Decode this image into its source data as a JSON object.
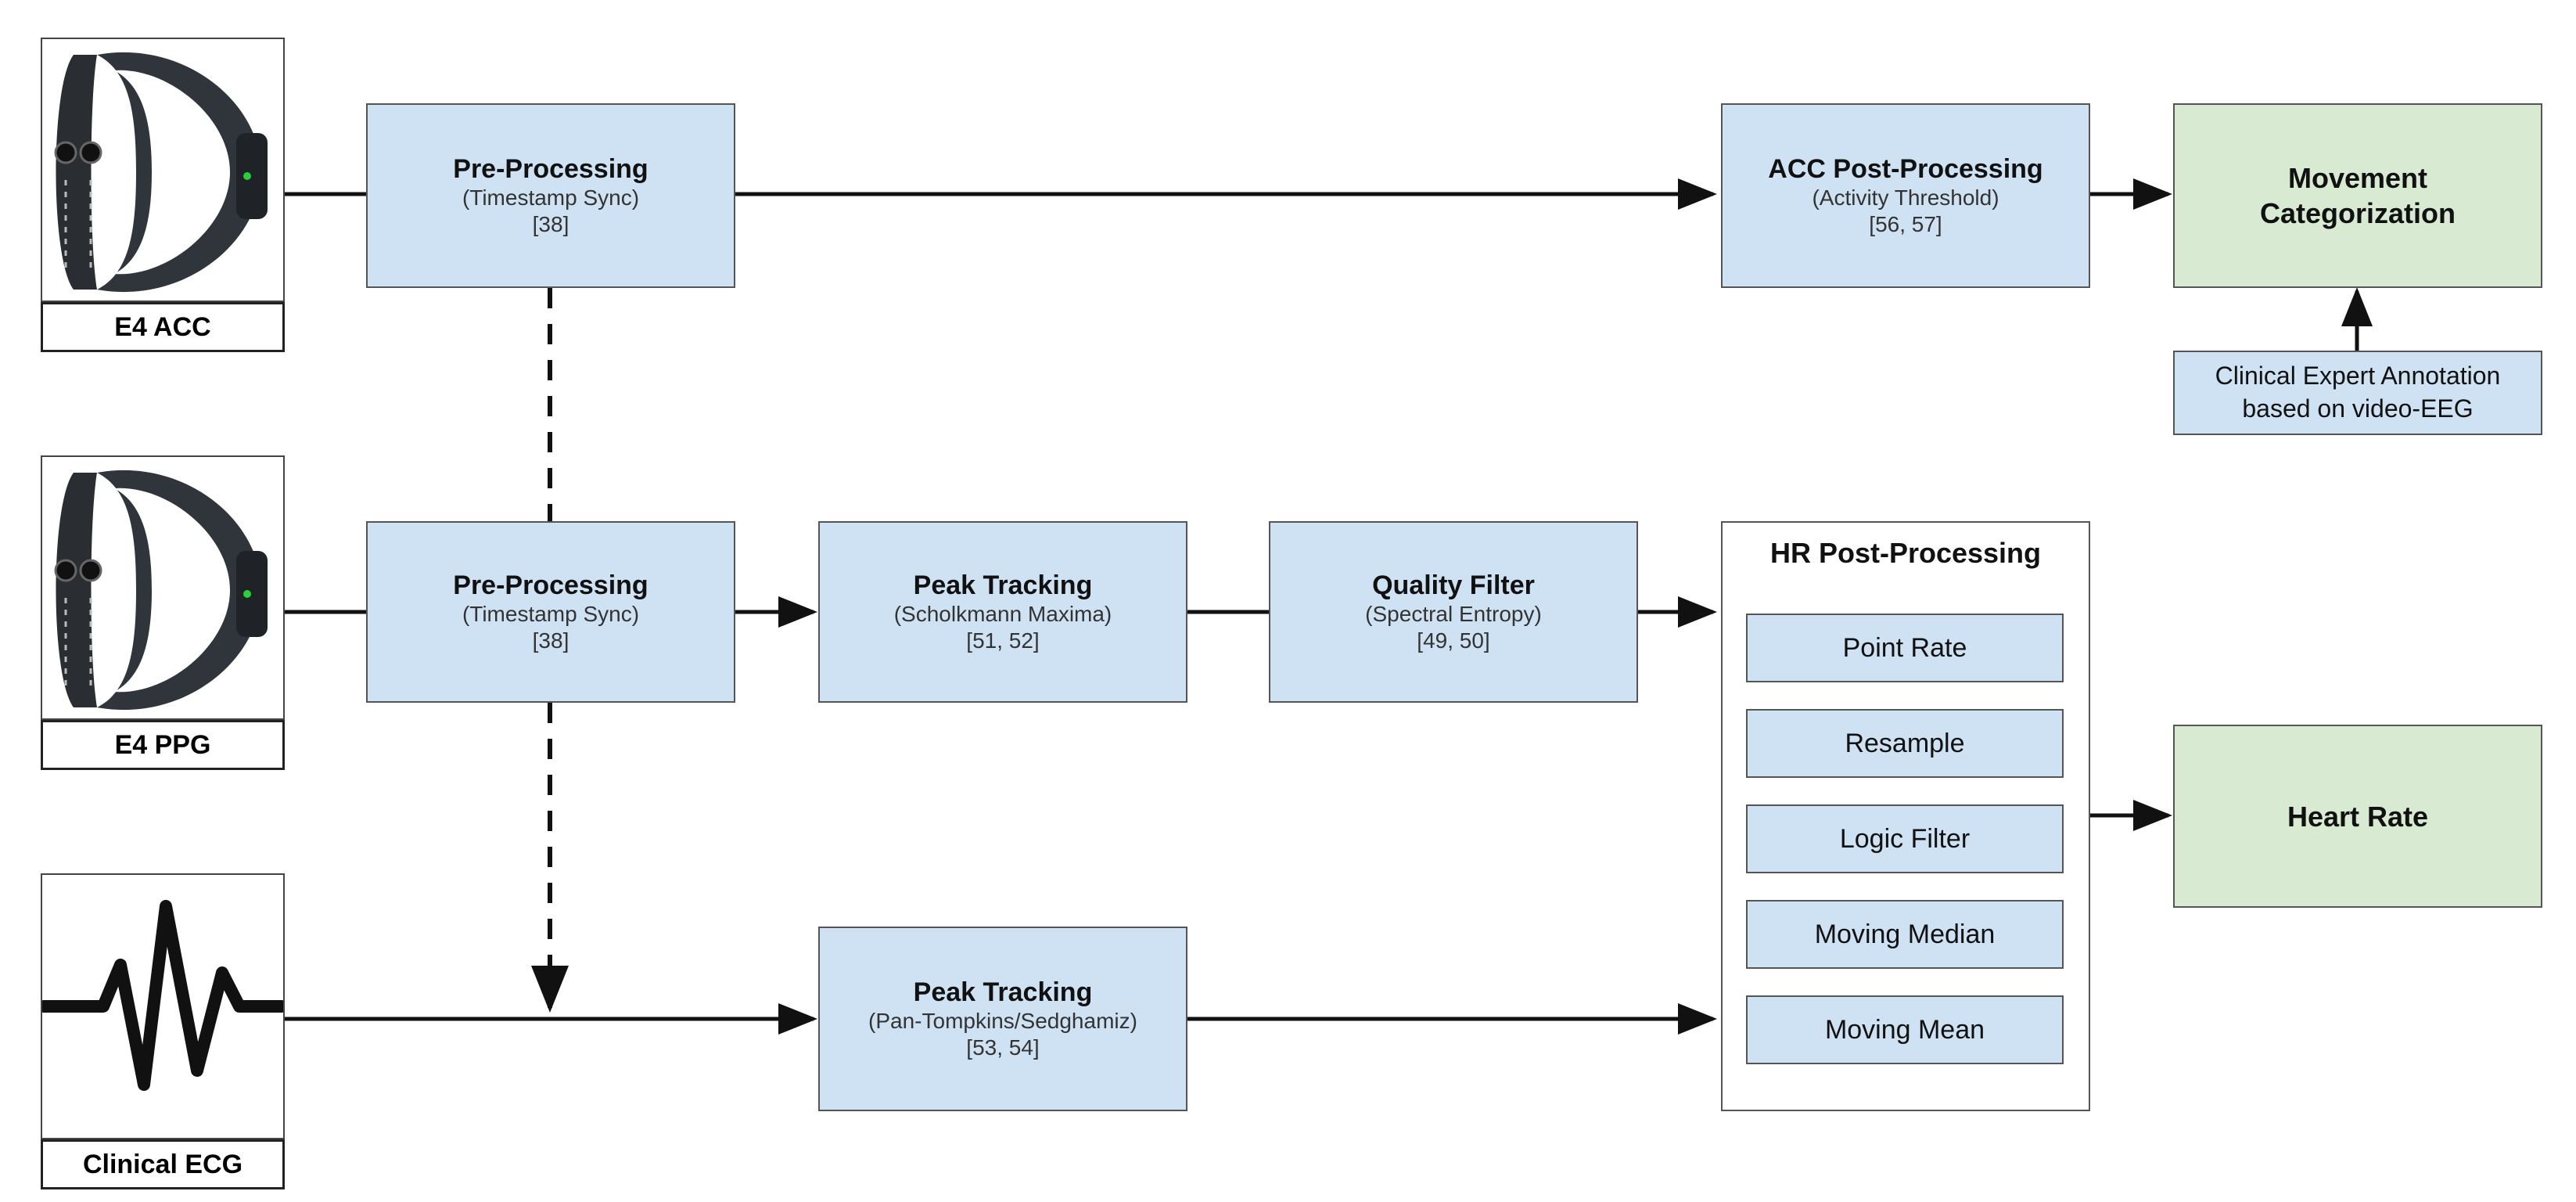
{
  "inputs": {
    "acc_label": "E4 ACC",
    "ppg_label": "E4 PPG",
    "ecg_label": "Clinical ECG"
  },
  "acc_row": {
    "pre": {
      "title": "Pre-Processing",
      "sub": "(Timestamp Sync)",
      "ref": "[38]"
    },
    "post": {
      "title": "ACC Post-Processing",
      "sub": "(Activity Threshold)",
      "ref": "[56, 57]"
    },
    "output": {
      "line1": "Movement",
      "line2": "Categorization"
    },
    "annotation": {
      "line1": "Clinical Expert Annotation",
      "line2": "based on video-EEG"
    }
  },
  "ppg_row": {
    "pre": {
      "title": "Pre-Processing",
      "sub": "(Timestamp Sync)",
      "ref": "[38]"
    },
    "peak": {
      "title": "Peak Tracking",
      "sub": "(Scholkmann Maxima)",
      "ref": "[51, 52]"
    },
    "quality": {
      "title": "Quality Filter",
      "sub": "(Spectral Entropy)",
      "ref": "[49, 50]"
    }
  },
  "ecg_row": {
    "peak": {
      "title": "Peak Tracking",
      "sub": "(Pan-Tompkins/Sedghamiz)",
      "ref": "[53, 54]"
    }
  },
  "hr_post": {
    "title": "HR Post-Processing",
    "steps": [
      "Point Rate",
      "Resample",
      "Logic Filter",
      "Moving Median",
      "Moving Mean"
    ]
  },
  "hr_output": {
    "label": "Heart Rate"
  },
  "colors": {
    "process": "#cfe2f3",
    "output": "#d9ead3",
    "line": "#111111"
  },
  "icons": {
    "wristband": "wristband-device-icon",
    "ecg": "ecg-waveform-icon"
  }
}
